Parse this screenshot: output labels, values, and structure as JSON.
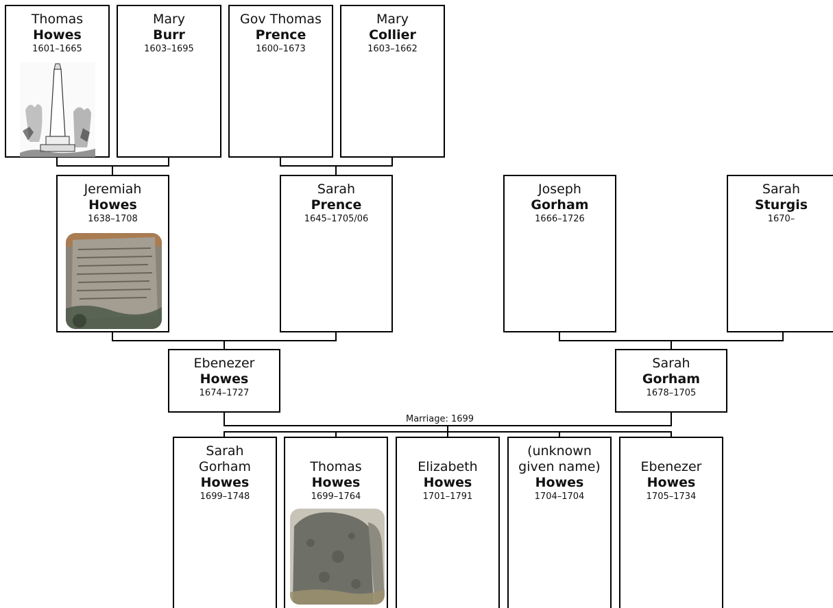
{
  "people": {
    "thomas_howes_sr": {
      "given": "Thomas",
      "surname": "Howes",
      "dates": "1601–1665"
    },
    "mary_burr": {
      "given": "Mary",
      "surname": "Burr",
      "dates": "1603–1695"
    },
    "thomas_prence": {
      "given": "Gov Thomas",
      "surname": "Prence",
      "dates": "1600–1673"
    },
    "mary_collier": {
      "given": "Mary",
      "surname": "Collier",
      "dates": "1603–1662"
    },
    "jeremiah_howes": {
      "given": "Jeremiah",
      "surname": "Howes",
      "dates": "1638–1708"
    },
    "sarah_prence": {
      "given": "Sarah",
      "surname": "Prence",
      "dates": "1645–1705/06"
    },
    "joseph_gorham": {
      "given": "Joseph",
      "surname": "Gorham",
      "dates": "1666–1726"
    },
    "sarah_sturgis": {
      "given": "Sarah",
      "surname": "Sturgis",
      "dates": "1670–"
    },
    "ebenezer_howes": {
      "given": "Ebenezer",
      "surname": "Howes",
      "dates": "1674–1727"
    },
    "sarah_gorham": {
      "given": "Sarah",
      "surname": "Gorham",
      "dates": "1678–1705"
    },
    "sarah_gorham_howes": {
      "given1": "Sarah",
      "given2": "Gorham",
      "surname": "Howes",
      "dates": "1699–1748"
    },
    "thomas_howes_jr": {
      "given": "Thomas",
      "surname": "Howes",
      "dates": "1699–1764"
    },
    "elizabeth_howes": {
      "given": "Elizabeth",
      "surname": "Howes",
      "dates": "1701–1791"
    },
    "unknown_howes": {
      "given1": "(unknown",
      "given2": "given name)",
      "surname": "Howes",
      "dates": "1704–1704"
    },
    "ebenezer_howes_jr": {
      "given": "Ebenezer",
      "surname": "Howes",
      "dates": "1705–1734"
    }
  },
  "marriage_label": "Marriage: 1699"
}
